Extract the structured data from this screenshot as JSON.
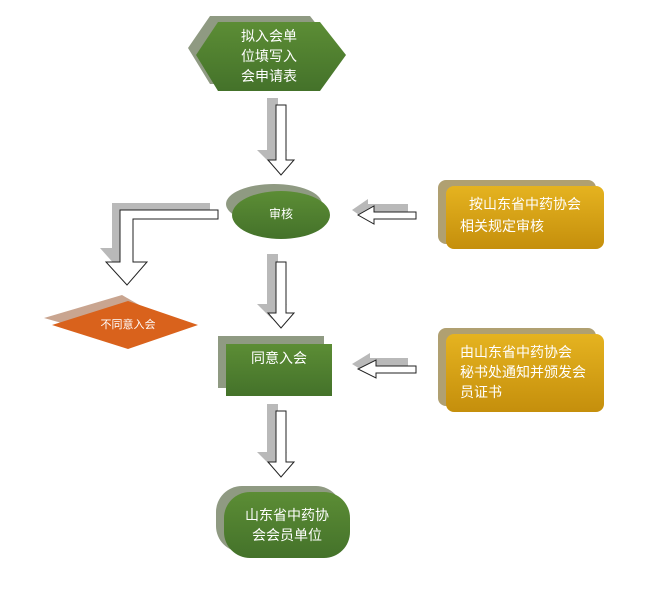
{
  "nodes": {
    "start": {
      "lines": [
        "拟入会单",
        "位填写入",
        "会申请表"
      ]
    },
    "review": {
      "text": "审核"
    },
    "reject": {
      "text": "不同意入会"
    },
    "approve": {
      "text": "同意入会"
    },
    "member": {
      "lines": [
        "山东省中药协",
        "会会员单位"
      ]
    },
    "note_review": {
      "lines": [
        "按山东省中药协会",
        "相关规定审核"
      ]
    },
    "note_notify": {
      "lines": [
        "由山东省中药协会",
        "秘书处通知并颁发会",
        "员证书"
      ]
    }
  },
  "colors": {
    "green_fill": "#4f7f2c",
    "green_shadow": "#8f9a82",
    "orange_fill": "#d9621c",
    "gold_fill": "#cf9a12",
    "gold_shadow": "#b0a071",
    "arrow_shadow": "#b9b9b9"
  }
}
